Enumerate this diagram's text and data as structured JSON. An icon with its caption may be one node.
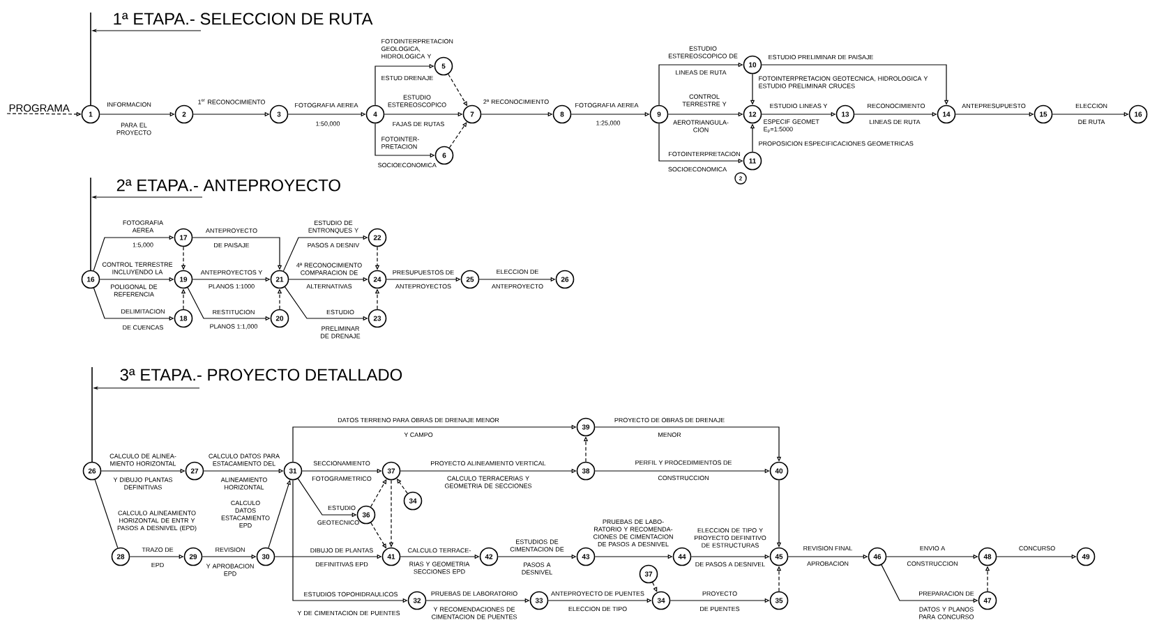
{
  "diagram": {
    "nodes": [
      {
        "text": [
          "PROGRAMA"
        ]
      },
      {
        "text": [
          "1"
        ]
      },
      {
        "text": [
          "2"
        ]
      },
      {
        "text": [
          "3"
        ]
      },
      {
        "text": [
          "4"
        ]
      },
      {
        "text": [
          "5"
        ]
      },
      {
        "text": [
          "6"
        ]
      },
      {
        "text": [
          "7"
        ]
      },
      {
        "text": [
          "8"
        ]
      },
      {
        "text": [
          "9"
        ]
      },
      {
        "text": [
          "10"
        ]
      },
      {
        "text": [
          "11"
        ]
      },
      {
        "text": [
          "12"
        ]
      },
      {
        "text": [
          "13"
        ]
      },
      {
        "text": [
          "14"
        ]
      },
      {
        "text": [
          "15"
        ]
      },
      {
        "text": [
          "16"
        ]
      },
      {
        "text": [
          "2"
        ]
      },
      {
        "text": [
          "16"
        ]
      },
      {
        "text": [
          "17"
        ]
      },
      {
        "text": [
          "19"
        ]
      },
      {
        "text": [
          "18"
        ]
      },
      {
        "text": [
          "21"
        ]
      },
      {
        "text": [
          "20"
        ]
      },
      {
        "text": [
          "22"
        ]
      },
      {
        "text": [
          "24"
        ]
      },
      {
        "text": [
          "23"
        ]
      },
      {
        "text": [
          "25"
        ]
      },
      {
        "text": [
          "26"
        ]
      },
      {
        "text": [
          "26"
        ]
      },
      {
        "text": [
          "27"
        ]
      },
      {
        "text": [
          "31"
        ]
      },
      {
        "text": [
          "37"
        ]
      },
      {
        "text": [
          "34"
        ]
      },
      {
        "text": [
          "36"
        ]
      },
      {
        "text": [
          "38"
        ]
      },
      {
        "text": [
          "39"
        ]
      },
      {
        "text": [
          "40"
        ]
      },
      {
        "text": [
          "28"
        ]
      },
      {
        "text": [
          "29"
        ]
      },
      {
        "text": [
          "30"
        ]
      },
      {
        "text": [
          "41"
        ]
      },
      {
        "text": [
          "42"
        ]
      },
      {
        "text": [
          "43"
        ]
      },
      {
        "text": [
          "44"
        ]
      },
      {
        "text": [
          "45"
        ]
      },
      {
        "text": [
          "46"
        ]
      },
      {
        "text": [
          "48"
        ]
      },
      {
        "text": [
          "49"
        ]
      },
      {
        "text": [
          "37"
        ]
      },
      {
        "text": [
          "32"
        ]
      },
      {
        "text": [
          "33"
        ]
      },
      {
        "text": [
          "34"
        ]
      },
      {
        "text": [
          "35"
        ]
      },
      {
        "text": [
          "47"
        ]
      }
    ],
    "edges": [
      {
        "from": 0,
        "to": 1,
        "arrow": "to",
        "style": "dashed"
      },
      {
        "from": 1,
        "to": 2,
        "arrow": "to",
        "label": "INFORMACION"
      },
      {
        "from": 2,
        "to": 3,
        "arrow": "to",
        "label": "1$^{er}$ RECONOCIMIENTO"
      },
      {
        "from": 3,
        "to": 4,
        "arrow": "to",
        "label": "FOTOGRAFIA AEREA"
      },
      {
        "from": 4,
        "to": 5,
        "arrow": "to",
        "label": "FOTOINTERPRETACION GEOLOGICA, HIDROLOGICA Y"
      },
      {
        "from": 4,
        "to": 7,
        "arrow": "to",
        "label": "ESTUDIO ESTEREOSCOPICO"
      },
      {
        "from": 4,
        "to": 6,
        "arrow": "to",
        "label": "FOTOINTER- PRETACION"
      },
      {
        "from": 5,
        "to": 7,
        "arrow": "to",
        "style": "dashed"
      },
      {
        "from": 6,
        "to": 7,
        "arrow": "to",
        "style": "dashed"
      },
      {
        "from": 7,
        "to": 8,
        "arrow": "to",
        "label": "2ª RECONOCIMIENTO"
      },
      {
        "from": 8,
        "to": 9,
        "arrow": "to",
        "label": "FOTOGRAFIA AEREA"
      },
      {
        "from": 9,
        "to": 10,
        "arrow": "to",
        "label": "ESTUDIO ESTEREOSCOPICO DE"
      },
      {
        "from": 9,
        "to": 12,
        "arrow": "to",
        "label": "CONTROL TERRESTRE Y"
      },
      {
        "from": 9,
        "to": 11,
        "arrow": "to",
        "label": "FOTOINTERPRETACION"
      },
      {
        "from": 10,
        "to": 12,
        "arrow": "to",
        "label": "FOTOINTERPRETACION GEOTECNICA, HIDROLOGICA Y ESTUDIO PRELIMINAR CRUCES"
      },
      {
        "from": 11,
        "to": 12,
        "arrow": "to",
        "label": "PROPOSICION ESPECIFICACIONES GEOMETRICAS"
      },
      {
        "from": 10,
        "to": 14,
        "arrow": "to",
        "label": "ESTUDIO PRELIMINAR DE PAISAJE"
      },
      {
        "from": 12,
        "to": 13,
        "arrow": "to",
        "label": "ESTUDIO LINEAS Y"
      },
      {
        "from": 13,
        "to": 14,
        "arrow": "to",
        "label": "RECONOCIMIENTO"
      },
      {
        "from": 14,
        "to": 15,
        "arrow": "to",
        "label": "ANTEPRESUPUESTO"
      },
      {
        "from": 15,
        "to": 16,
        "arrow": "to",
        "label": "ELECCION"
      },
      {
        "from": 18,
        "to": 19,
        "arrow": "to",
        "label": "FOTOGRAFIA AEREA"
      },
      {
        "from": 18,
        "to": 20,
        "arrow": "to",
        "label": "CONTROL TERRESTRE INCLUYENDO LA"
      },
      {
        "from": 18,
        "to": 21,
        "arrow": "to",
        "label": "DELIMITACION"
      },
      {
        "from": 19,
        "to": 20,
        "arrow": "to",
        "style": "dashed"
      },
      {
        "from": 21,
        "to": 20,
        "arrow": "to",
        "style": "dashed"
      },
      {
        "from": 19,
        "to": 22,
        "arrow": "to",
        "label": "ANTEPROYECTO"
      },
      {
        "from": 20,
        "to": 22,
        "arrow": "to",
        "label": "ANTEPROYECTOS Y"
      },
      {
        "from": 20,
        "to": 23,
        "arrow": "to",
        "label": "RESTITUCION"
      },
      {
        "from": 23,
        "to": 22,
        "arrow": "to",
        "style": "dashed"
      },
      {
        "from": 22,
        "to": 24,
        "arrow": "to",
        "label": "ESTUDIO DE ENTRONQUES Y"
      },
      {
        "from": 22,
        "to": 25,
        "arrow": "to",
        "label": "4ª RECONOCIMIENTO COMPARACION DE"
      },
      {
        "from": 22,
        "to": 26,
        "arrow": "to",
        "label": "ESTUDIO"
      },
      {
        "from": 24,
        "to": 25,
        "arrow": "to",
        "style": "dashed"
      },
      {
        "from": 26,
        "to": 25,
        "arrow": "to",
        "style": "dashed"
      },
      {
        "from": 25,
        "to": 27,
        "arrow": "to",
        "label": "PRESUPUESTOS DE"
      },
      {
        "from": 27,
        "to": 28,
        "arrow": "to",
        "label": "ELECCION DE"
      },
      {
        "from": 29,
        "to": 30,
        "arrow": "to",
        "label": "CALCULO DE ALINEA- MIENTO HORIZONTAL"
      },
      {
        "from": 30,
        "to": 31,
        "arrow": "to",
        "label": "CALCULO DATOS PARA ESTACAMIENTO DEL"
      },
      {
        "from": 29,
        "to": 38,
        "arrow": "none",
        "label": "CALCULO ALINEAMIENTO HORIZONTAL DE ENTR Y PASOS A DESNIVEL (EPD)"
      },
      {
        "from": 38,
        "to": 39,
        "arrow": "to",
        "label": "TRAZO DE"
      },
      {
        "from": 39,
        "to": 40,
        "arrow": "to",
        "label": "REVISION"
      },
      {
        "from": 40,
        "to": 31,
        "arrow": "to",
        "label": "CALCULO DATOS ESTACAMIENTO EPD"
      },
      {
        "from": 31,
        "to": 36,
        "arrow": "to",
        "label": "DATOS TERRENO PARA OBRAS DE DRENAJE MENOR"
      },
      {
        "from": 31,
        "to": 32,
        "arrow": "to",
        "label": "SECCIONAMIENTO"
      },
      {
        "from": 31,
        "to": 34,
        "arrow": "to",
        "label": "ESTUDIO"
      },
      {
        "from": 40,
        "to": 41,
        "arrow": "to",
        "label": "DIBUJO DE PLANTAS"
      },
      {
        "from": 31,
        "to": 50,
        "arrow": "to",
        "label": "ESTUDIOS TOPOHIDRAULICOS"
      },
      {
        "from": 34,
        "to": 32,
        "arrow": "to",
        "style": "dashed"
      },
      {
        "from": 34,
        "to": 41,
        "arrow": "to",
        "style": "dashed"
      },
      {
        "from": 33,
        "to": 32,
        "arrow": "to",
        "style": "dashed"
      },
      {
        "from": 32,
        "to": 41,
        "arrow": "to",
        "style": "dashed"
      },
      {
        "from": 32,
        "to": 35,
        "arrow": "to",
        "label": "PROYECTO ALINEAMIENTO VERTICAL"
      },
      {
        "from": 35,
        "to": 36,
        "arrow": "to",
        "style": "dashed"
      },
      {
        "from": 35,
        "to": 37,
        "arrow": "to",
        "label": "PERFIL Y PROCEDIMIENTOS DE"
      },
      {
        "from": 36,
        "to": 37,
        "arrow": "to",
        "label": "PROYECTO DE OBRAS DE DRENAJE"
      },
      {
        "from": 37,
        "to": 45,
        "arrow": "to"
      },
      {
        "from": 41,
        "to": 42,
        "arrow": "to",
        "label": "CALCULO TERRACE-"
      },
      {
        "from": 42,
        "to": 43,
        "arrow": "to",
        "label": "ESTUDIOS DE CIMENTACION DE"
      },
      {
        "from": 43,
        "to": 44,
        "arrow": "to",
        "label": "PRUEBAS DE LABO- RATORIO Y RECOMENDA- CIONES DE CIMENTACION DE PASOS A DESNIVEL"
      },
      {
        "from": 44,
        "to": 45,
        "arrow": "to",
        "label": "ELECCION DE TIPO Y PROYECTO DEFINITIVO DE ESTRUCTURAS"
      },
      {
        "from": 45,
        "to": 46,
        "arrow": "to",
        "label": "REVISION FINAL"
      },
      {
        "from": 46,
        "to": 47,
        "arrow": "to",
        "label": "ENVIO A"
      },
      {
        "from": 46,
        "to": 54,
        "arrow": "to",
        "label": "PREPARACION DE"
      },
      {
        "from": 54,
        "to": 47,
        "arrow": "to",
        "style": "dashed"
      },
      {
        "from": 47,
        "to": 48,
        "arrow": "to",
        "label": "CONCURSO"
      },
      {
        "from": 50,
        "to": 51,
        "arrow": "to",
        "label": "PRUEBAS DE LABORATORIO"
      },
      {
        "from": 51,
        "to": 52,
        "arrow": "to",
        "label": "ANTEPROYECTO DE PUENTES"
      },
      {
        "from": 49,
        "to": 52,
        "arrow": "to",
        "style": "dashed"
      },
      {
        "from": 52,
        "to": 53,
        "arrow": "to",
        "label": "PROYECTO"
      },
      {
        "from": 53,
        "to": 45,
        "arrow": "to",
        "style": "dashed"
      }
    ],
    "labels": [
      "1ª ETAPA.- SELECCION DE RUTA",
      "PARA EL PROYECTO",
      "1:50,000",
      "ESTUD DRENAJE",
      "FAJAS DE RUTAS",
      "SOCIOECONOMICA",
      "1:25,000",
      "LINEAS DE RUTA",
      "AEROTRIANGULA- CION",
      "ESPECIF GEOMET E$_{p}$=1:5000",
      "SOCIOECONOMICA",
      "LINEAS DE RUTA",
      "DE RUTA",
      "2ª ETAPA.- ANTEPROYECTO",
      "1:5,000",
      "DE PAISAJE",
      "POLIGONAL DE REFERENCIA",
      "DE CUENCAS",
      "PLANOS 1:1000",
      "PLANOS 1:1,000",
      "PASOS A DESNIV",
      "ALTERNATIVAS",
      "PRELIMINAR DE DRENAJE",
      "ANTEPROYECTOS",
      "ANTEPROYECTO",
      "3ª ETAPA.- PROYECTO DETALLADO",
      "Y CAMPO",
      "Y DIBUJO PLANTAS DEFINITIVAS",
      "ALINEAMIENTO HORIZONTAL",
      "FOTOGRAMETRICO",
      "CALCULO TERRACERIAS Y GEOMETRIA DE SECCIONES",
      "MENOR",
      "CONSTRUCCION",
      "GEOTECNICO",
      "EPD",
      "Y APROBACION EPD",
      "DEFINITIVAS EPD",
      "RIAS Y GEOMETRIA SECCIONES EPD",
      "PASOS A DESNIVEL",
      "DE PASOS A DESNIVEL",
      "APROBACION",
      "CONSTRUCCION",
      "DATOS Y PLANOS PARA CONCURSO",
      "Y DE CIMENTACION DE PUENTES",
      "Y RECOMENDACIONES DE CIMENTACION DE PUENTES",
      "ELECCION DE TIPO",
      "DE PUENTES"
    ]
  }
}
